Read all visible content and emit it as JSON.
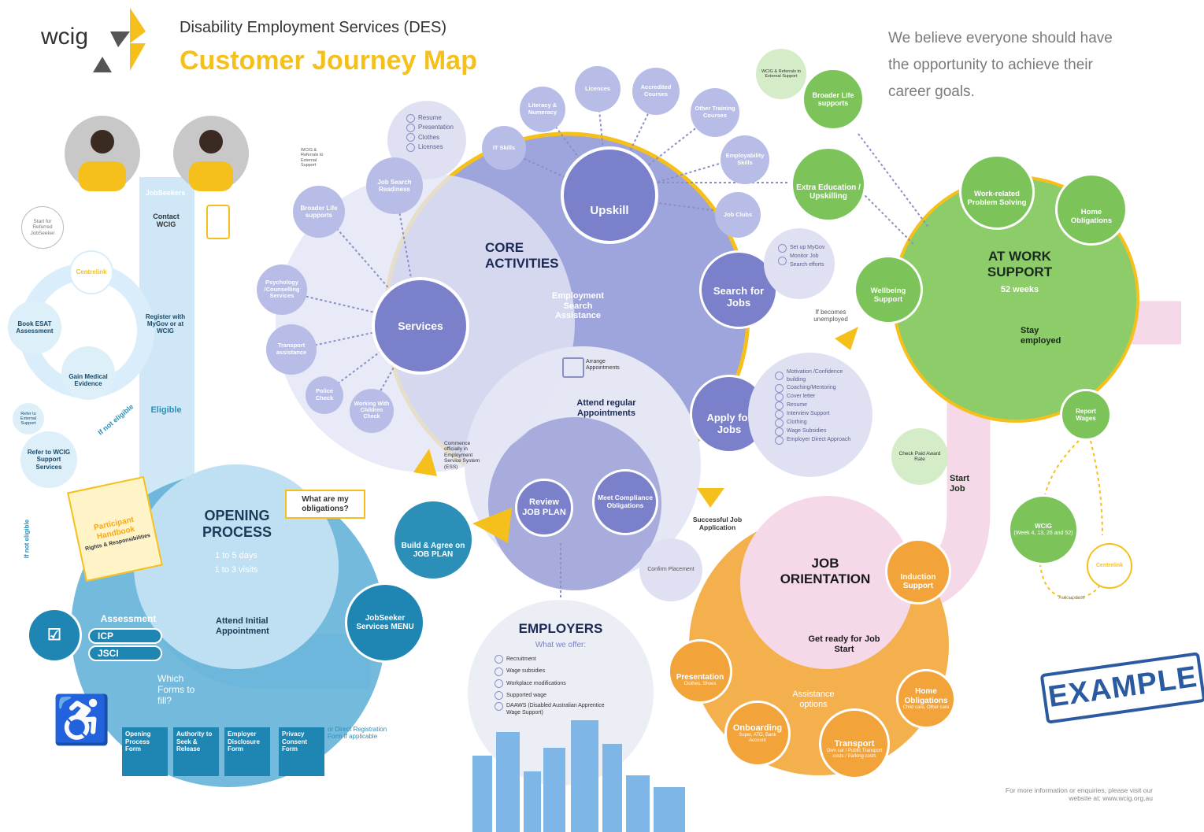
{
  "header": {
    "brand": "wcig",
    "subtitle": "Disability Employment Services (DES)",
    "title": "Customer Journey Map",
    "tagline": "We believe everyone should have the opportunity to achieve their career goals."
  },
  "colors": {
    "title_yellow": "#f5c01c",
    "lavender": "#b7bde6",
    "purple": "#7a80c9",
    "green": "#7cc35a",
    "orange": "#f2a33a",
    "teal": "#2c8fb7",
    "pink_path": "#f6d9e8",
    "blue_path": "#cfe7f6"
  },
  "jobseekers": {
    "label": "JobSeekers",
    "contact": "Contact WCIG",
    "referred": "Start for Referred JobSeeker",
    "centrelink": "Centrelink",
    "book_esat": "Book ESAT Assessment",
    "register": "Register with MyGov or at WCIG",
    "gain_medical": "Gain Medical Evidence",
    "eligible": "Eligible",
    "if_not_eligible": "If not eligible",
    "if_not_eligible2": "If not eligible",
    "refer_external": "Refer to External Support",
    "refer_wcig": "Refer to WCIG Support Services"
  },
  "opening": {
    "title": "OPENING PROCESS",
    "days": "1 to 5 days",
    "visits": "1 to 3 visits",
    "attend": "Attend Initial Appointment",
    "question": "What are my obligations?",
    "handbook": "Participant Handbook",
    "handbook_sub": "Rights & Responsibilities",
    "menu": "JobSeeker Services MENU",
    "assessment": "Assessment",
    "icp": "ICP",
    "jsci": "JSCI",
    "which_forms": "Which Forms to fill?",
    "forms": [
      "Opening Process Form",
      "Authority to Seek & Release",
      "Employer Disclosure Form",
      "Privacy Consent Form"
    ],
    "direct_form": "or Direct Registration Form if applicable"
  },
  "core": {
    "title": "CORE ACTIVITIES",
    "search_assist": "Employment Search Assistance",
    "arrange": "Arrange Appointments",
    "attend_regular": "Attend regular Appointments",
    "commence": "Commence officially in Employment Service System (ESS)",
    "upskill": "Upskill",
    "upskill_items": [
      "Literacy & Numeracy",
      "Licences",
      "Accredited Courses",
      "Other Training Courses",
      "Employability Skills",
      "Job Clubs",
      "IT Skills"
    ],
    "job_search_readiness": "Job Search Readiness",
    "readiness_list": [
      "Resume",
      "Presentation",
      "Clothes",
      "Licenses"
    ],
    "services": "Services",
    "services_items": [
      "Broader Life supports",
      "Psychology /Counselling Services",
      "Transport assistance",
      "Police Check",
      "Working With Children Check"
    ],
    "wcig_referrals": "WCIG & Referrals to External Support",
    "search_jobs": "Search for Jobs",
    "search_list": [
      "Set up MyGov",
      "Monitor Job Search efforts"
    ],
    "apply_jobs": "Apply for Jobs",
    "apply_list": [
      "Motivation /Confidence building",
      "Coaching/Mentoring",
      "Cover letter",
      "Resume",
      "Interview Support",
      "Clothing",
      "Wage Subsidies",
      "Employer Direct Approach"
    ],
    "review_plan": "Review JOB PLAN",
    "meet_obligations": "Meet Compliance Obligations",
    "build_plan": "Build & Agree on JOB PLAN",
    "successful": "Successful Job Application",
    "confirm": "Confirm Placement"
  },
  "at_work": {
    "title": "AT WORK SUPPORT",
    "weeks": "52 weeks",
    "stay": "Stay employed",
    "broader": "Broader Life supports",
    "wcig_ref": "WCIG & Referrals to External Support",
    "extra_edu": "Extra Education / Upskilling",
    "problem": "Work-related Problem Solving",
    "home": "Home Obligations",
    "wellbeing": "Wellbeing Support",
    "becomes_unemployed": "If becomes unemployed",
    "report_wages": "Report Wages",
    "check_award": "Check Paid Award Rate",
    "start_job": "Start Job",
    "wcig_weeks": "WCIG",
    "wcig_weeks_sub": "(Week 4, 13, 26 and 52)",
    "centrelink": "Centrelink",
    "autoupdate": "Autoupdate"
  },
  "orientation": {
    "title": "JOB ORIENTATION",
    "induction": "Induction Support",
    "get_ready": "Get ready for Job Start",
    "assistance": "Assistance options",
    "presentation": "Presentation",
    "presentation_sub": "Clothes, Shoes",
    "onboarding": "Onboarding",
    "onboarding_sub": "Super, ATO, Bank Account",
    "transport": "Transport",
    "transport_sub": "Own car / Public Transport costs / Parking costs",
    "home": "Home Obligations",
    "home_sub": "Child care, Other care"
  },
  "employers": {
    "title": "EMPLOYERS",
    "offer": "What we offer:",
    "items": [
      "Recruitment",
      "Wage subsidies",
      "Workplace modifications",
      "Supported wage",
      "DAAWS (Disabled Australian Apprentice Wage Support)"
    ]
  },
  "stamp": "EXAMPLE",
  "footer": "For more information or enquiries, please visit our website at: www.wcig.org.au"
}
